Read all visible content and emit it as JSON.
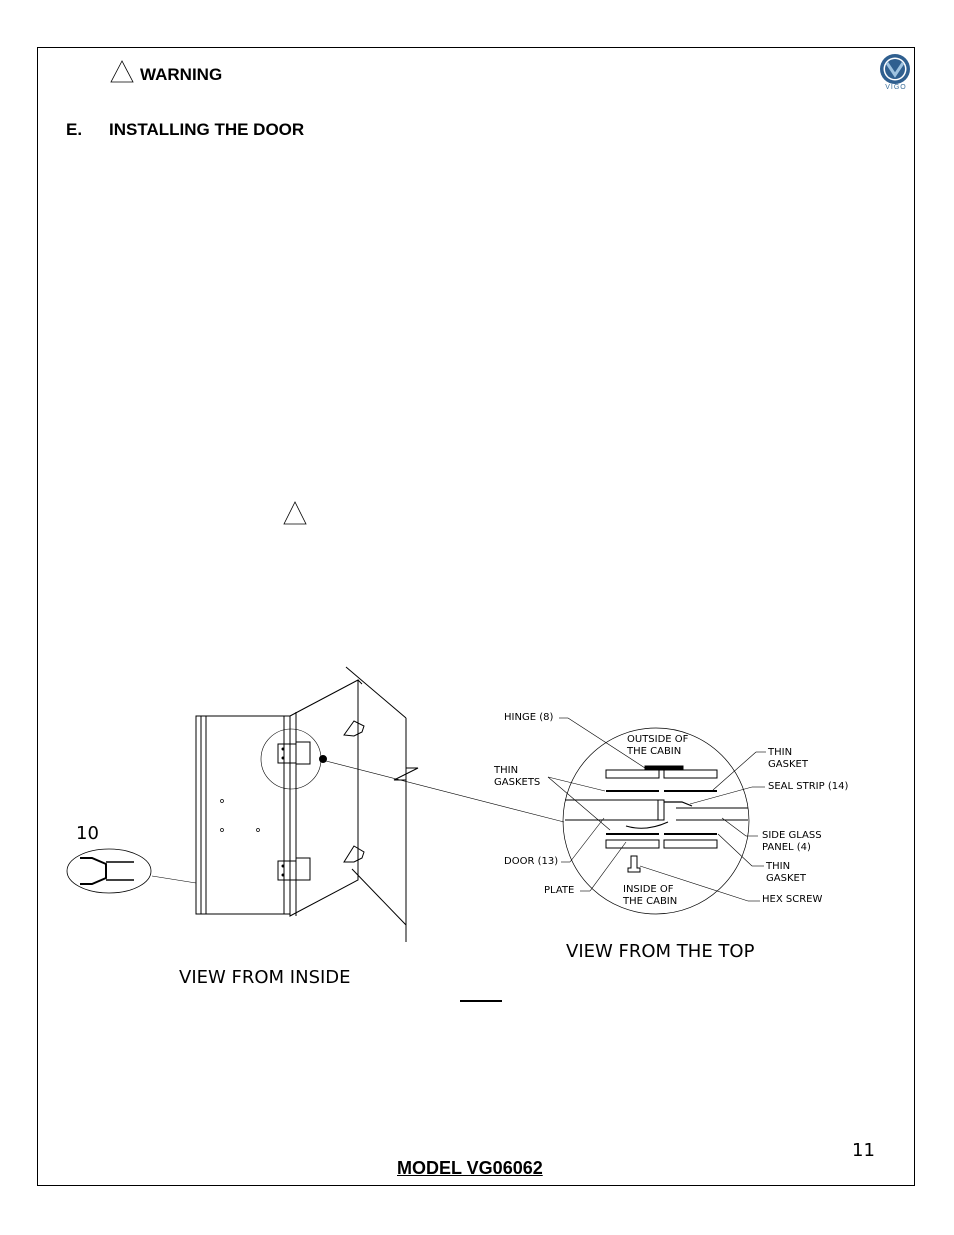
{
  "header": {
    "warning_label": "WARNING",
    "logo_text": "VIGO"
  },
  "section": {
    "letter": "E.",
    "title": "INSTALLING THE DOOR"
  },
  "figure": {
    "callout_number": "10",
    "inside_caption": "VIEW FROM INSIDE",
    "top_caption": "VIEW FROM THE TOP",
    "labels": {
      "hinge": "HINGE (8)",
      "outside_1": "OUTSIDE OF",
      "outside_2": "THE CABIN",
      "thin_gasket_top_1": "THIN",
      "thin_gasket_top_2": "GASKET",
      "thin_gaskets_1": "THIN",
      "thin_gaskets_2": "GASKETS",
      "seal_strip": "SEAL STRIP (14)",
      "side_glass_1": "SIDE GLASS",
      "side_glass_2": "PANEL (4)",
      "door": "DOOR (13)",
      "thin_gasket_bottom_1": "THIN",
      "thin_gasket_bottom_2": "GASKET",
      "plate": "PLATE",
      "inside_1": "INSIDE OF",
      "inside_2": "THE CABIN",
      "hex_screw": "HEX SCREW"
    }
  },
  "footer": {
    "page_number": "11",
    "model": "MODEL VG06062"
  },
  "colors": {
    "logo_blue": "#2f5f8f",
    "logo_light": "#9fc3e0"
  }
}
